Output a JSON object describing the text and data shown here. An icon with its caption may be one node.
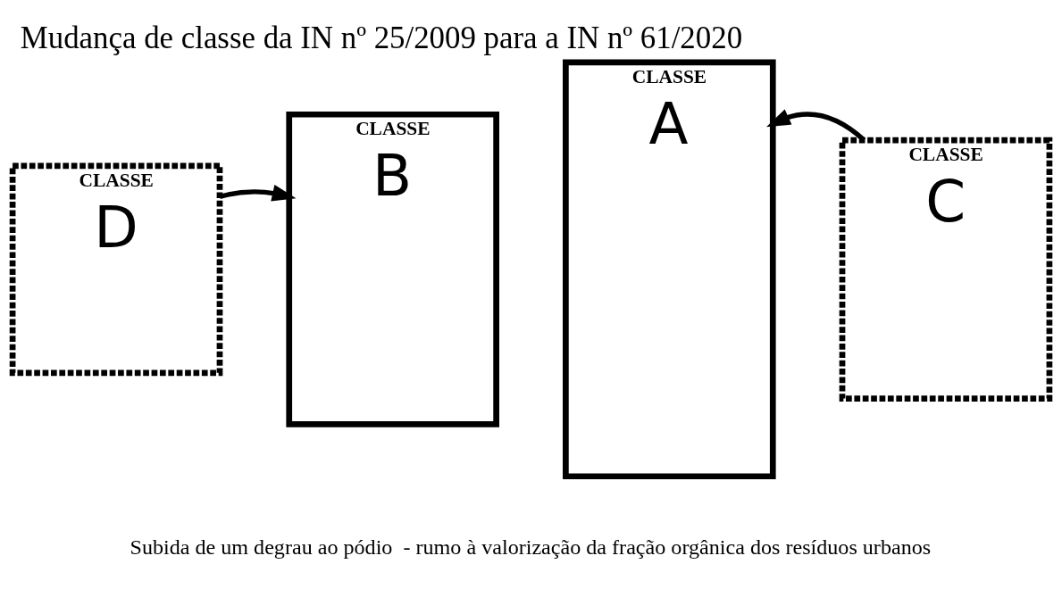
{
  "diagram": {
    "title": "Mudança de classe da IN nº 25/2009 para a IN nº 61/2020",
    "caption": "Subida de um degrau ao pódio  - rumo à valorização da fração orgânica dos resíduos urbanos",
    "nodes": [
      {
        "text": [
          "CLASSE",
          "D"
        ]
      },
      {
        "text": [
          "CLASSE",
          "B"
        ]
      },
      {
        "text": [
          "CLASSE",
          "A"
        ]
      },
      {
        "text": [
          "CLASSE",
          "C"
        ]
      }
    ],
    "edges": [
      {
        "from": 0,
        "to": 1,
        "arrow": "to"
      },
      {
        "from": 3,
        "to": 2,
        "arrow": "to"
      }
    ]
  }
}
